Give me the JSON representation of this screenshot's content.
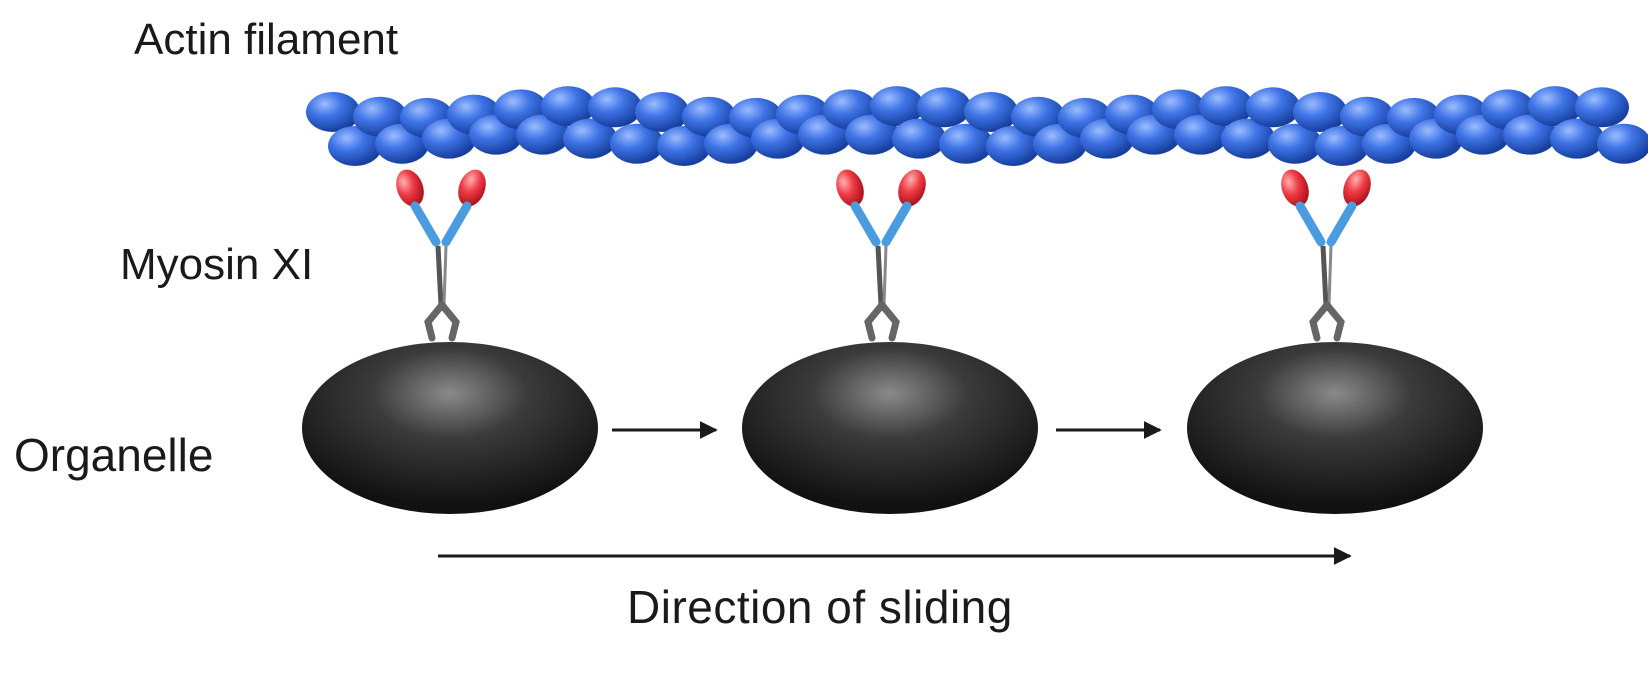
{
  "labels": {
    "actin_filament": "Actin filament",
    "myosin": "Myosin XI",
    "organelle": "Organelle",
    "direction": "Direction  of sliding"
  },
  "colors": {
    "actin": "#2a5fd6",
    "myosin_head": "#e8323c",
    "myosin_neck": "#4a9be0",
    "myosin_tail": "#555555",
    "organelle": "#2b2b2b",
    "arrow": "#1a1a1a"
  },
  "diagram": {
    "motor_count": 3,
    "organelle_count": 3,
    "sliding_direction": "right"
  }
}
